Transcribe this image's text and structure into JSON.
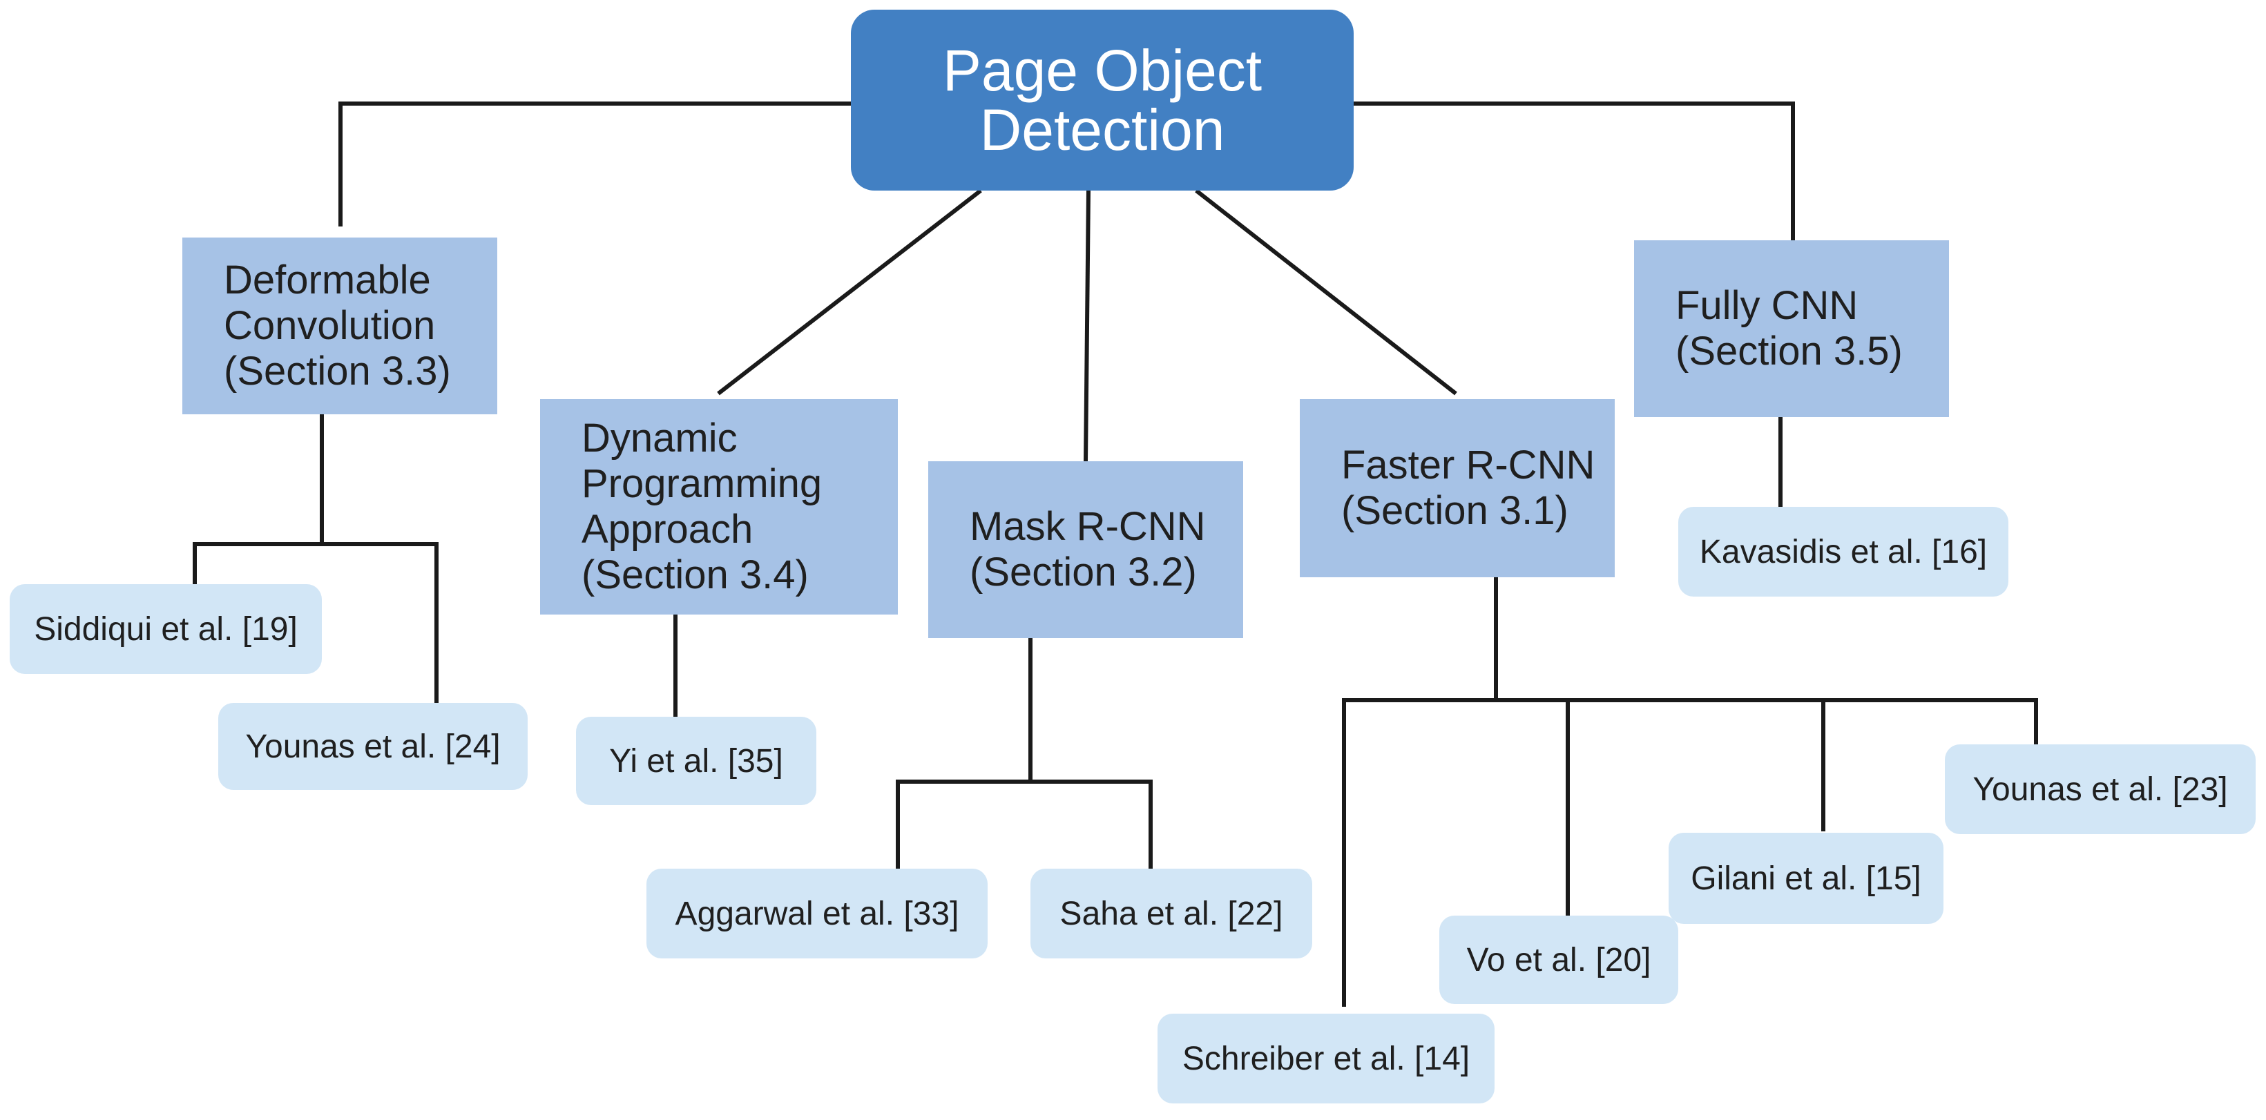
{
  "root": {
    "lines": [
      "Page Object",
      "Detection"
    ]
  },
  "methods": {
    "deformable": {
      "lines": [
        "Deformable",
        "Convolution",
        "(Section 3.3)"
      ]
    },
    "dynamic": {
      "lines": [
        "Dynamic",
        "Programming",
        "Approach",
        "(Section 3.4)"
      ]
    },
    "mask": {
      "lines": [
        "Mask R-CNN",
        "(Section 3.2)"
      ]
    },
    "faster": {
      "lines": [
        "Faster R-CNN",
        "(Section 3.1)"
      ]
    },
    "fully": {
      "lines": [
        "Fully CNN",
        "(Section 3.5)"
      ]
    }
  },
  "references": {
    "siddiqui": "Siddiqui et al. [19]",
    "younas24": "Younas et al. [24]",
    "yi": "Yi et al. [35]",
    "aggarwal": "Aggarwal et al. [33]",
    "saha": "Saha et al. [22]",
    "schreiber": "Schreiber et al. [14]",
    "vo": "Vo et al. [20]",
    "gilani": "Gilani et al. [15]",
    "younas23": "Younas et al. [23]",
    "kavasidis": "Kavasidis et al. [16]"
  },
  "colors": {
    "root_fill": "#4280c3",
    "method_fill": "#a6c2e6",
    "reference_fill": "#d2e6f6",
    "connector": "#1a1a1a"
  }
}
